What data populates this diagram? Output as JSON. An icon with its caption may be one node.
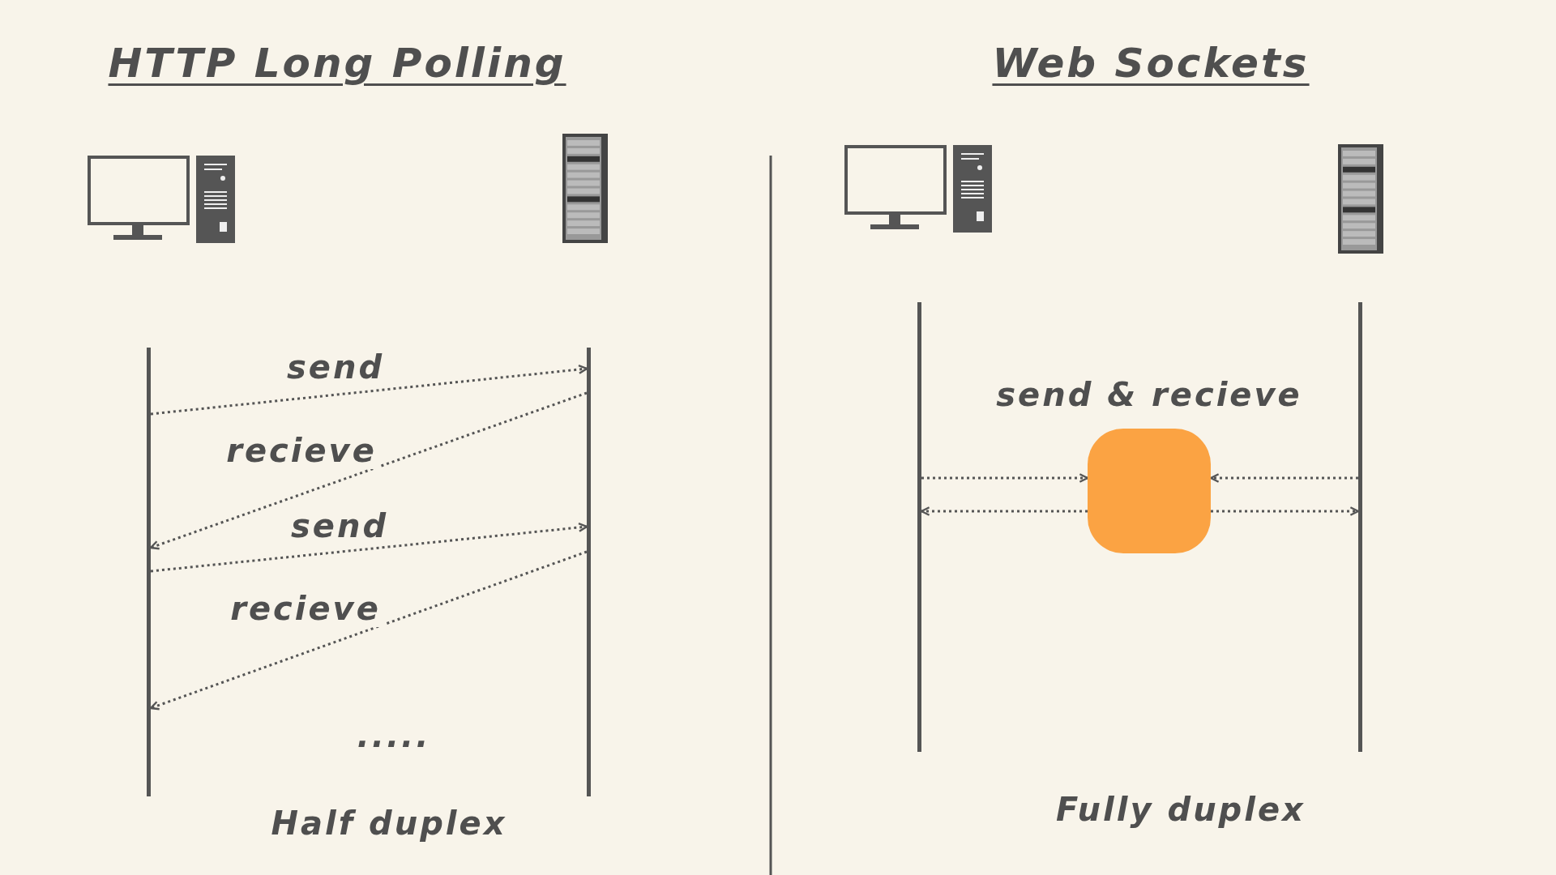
{
  "diagram": {
    "nodes": [
      {
        "text": [],
        "shape": "bar"
      },
      {
        "text": [],
        "shape": "bar"
      },
      {
        "text": [],
        "shape": "bar"
      },
      {
        "text": [],
        "shape": "bar"
      },
      {
        "text": [
          "send & recieve"
        ]
      }
    ],
    "edges": [
      {
        "from": 0,
        "to": 1,
        "arrow": "to",
        "label": "send",
        "style": "dashed"
      },
      {
        "from": 1,
        "to": 0,
        "arrow": "to",
        "label": "recieve",
        "style": "dashed"
      },
      {
        "from": 0,
        "to": 1,
        "arrow": "to",
        "label": "send",
        "style": "dashed"
      },
      {
        "from": 1,
        "to": 0,
        "arrow": "to",
        "label": "recieve",
        "style": "dashed"
      },
      {
        "from": 2,
        "to": 4,
        "arrow": "to",
        "style": "dashed"
      },
      {
        "from": 3,
        "to": 4,
        "arrow": "to",
        "style": "dashed"
      },
      {
        "from": 4,
        "to": 2,
        "arrow": "to",
        "style": "dashed"
      },
      {
        "from": 4,
        "to": 3,
        "arrow": "to",
        "style": "dashed"
      }
    ],
    "labels": [
      "HTTP Long Polling",
      "Web Sockets",
      ".....",
      "Half duplex",
      "Fully duplex"
    ]
  }
}
